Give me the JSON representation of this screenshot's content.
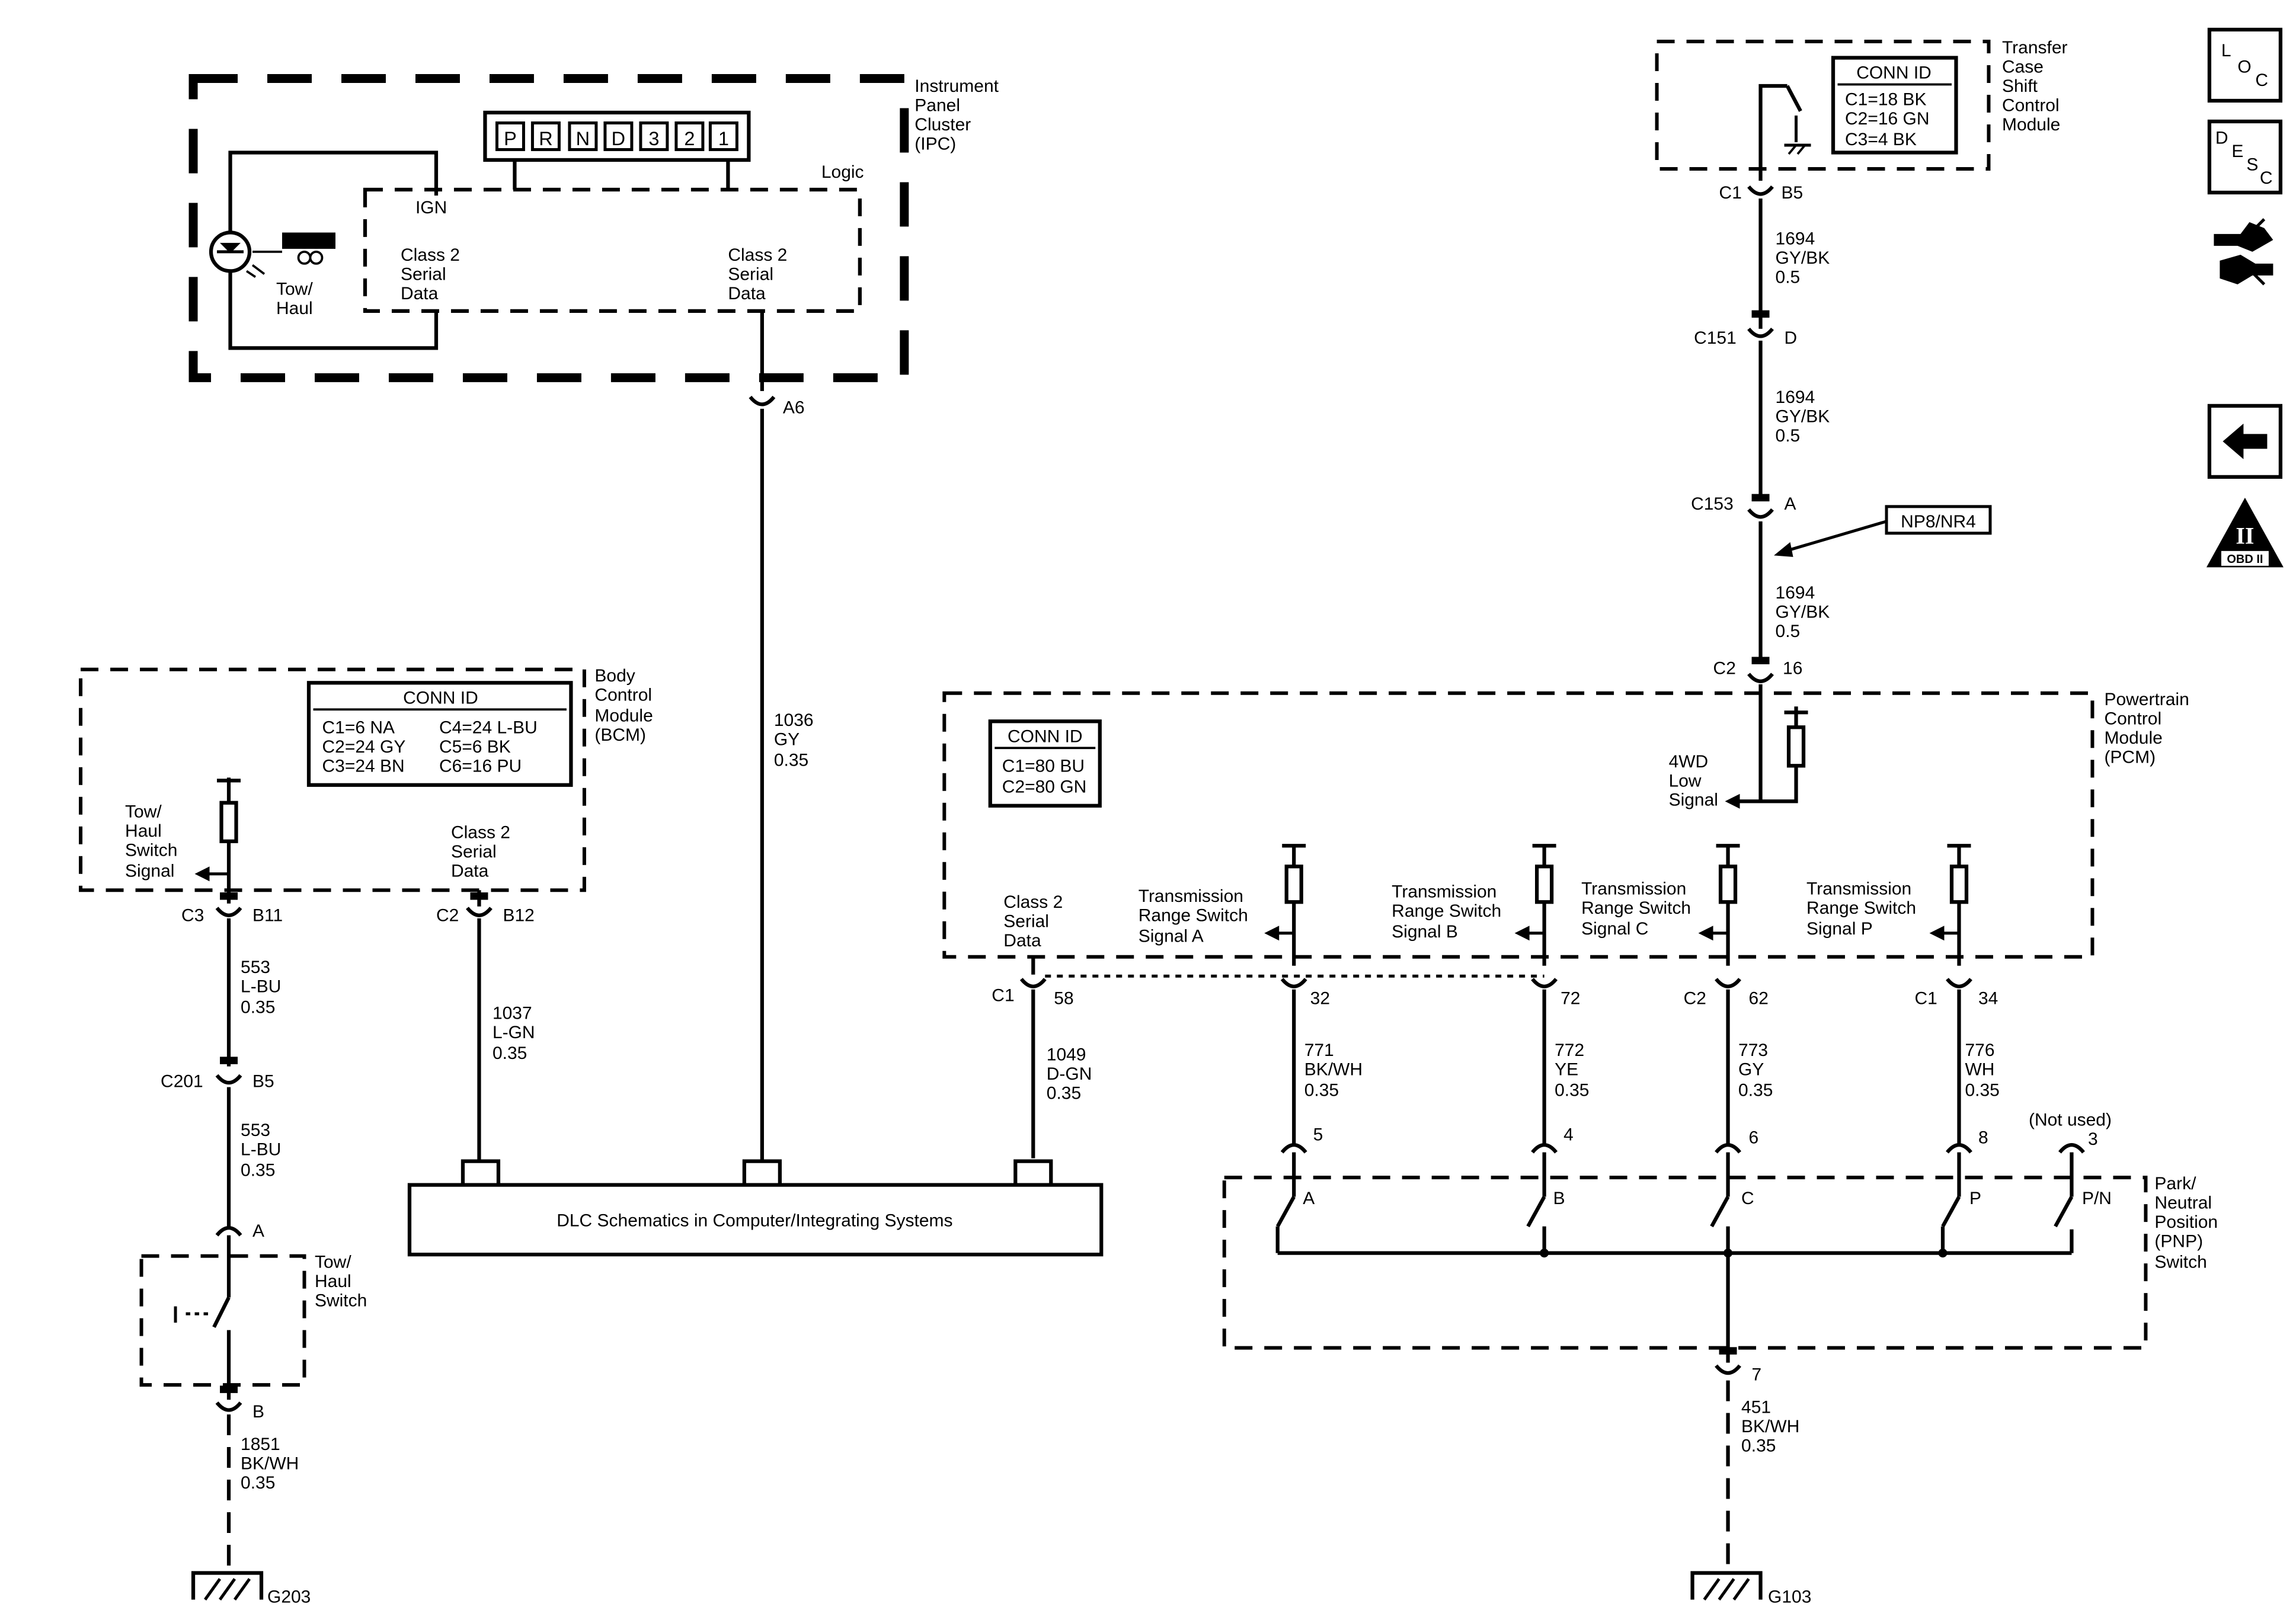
{
  "ipc": {
    "title": [
      "Instrument",
      "Panel",
      "Cluster",
      "(IPC)"
    ],
    "prnd": [
      "P",
      "R",
      "N",
      "D",
      "3",
      "2",
      "1"
    ],
    "logic": "Logic",
    "ign": "IGN",
    "serial_left": [
      "Class 2",
      "Serial",
      "Data"
    ],
    "serial_right": [
      "Class 2",
      "Serial",
      "Data"
    ],
    "tow_haul": [
      "Tow/",
      "Haul"
    ],
    "pin": "A6"
  },
  "tccm": {
    "title": [
      "Transfer",
      "Case",
      "Shift",
      "Control",
      "Module"
    ],
    "conn_id": {
      "title": "CONN ID",
      "rows": [
        "C1=18 BK",
        "C2=16 GN",
        "C3=4 BK"
      ]
    },
    "connector": "C1",
    "pin": "B5"
  },
  "pcm_wire": {
    "seg1": [
      "1694",
      "GY/BK",
      "0.5"
    ],
    "c151": "C151",
    "c151_pin": "D",
    "seg2": [
      "1694",
      "GY/BK",
      "0.5"
    ],
    "c153": "C153",
    "c153_pin": "A",
    "option": "NP8/NR4",
    "seg3": [
      "1694",
      "GY/BK",
      "0.5"
    ],
    "c2": "C2",
    "c2_pin": "16"
  },
  "pcm": {
    "title": [
      "Powertrain",
      "Control",
      "Module",
      "(PCM)"
    ],
    "conn_id": {
      "title": "CONN ID",
      "rows": [
        "C1=80 BU",
        "C2=80 GN"
      ]
    },
    "four_wd": [
      "4WD",
      "Low",
      "Signal"
    ],
    "serial": [
      "Class 2",
      "Serial",
      "Data"
    ],
    "signal_a": [
      "Transmission",
      "Range Switch",
      "Signal A"
    ],
    "signal_b": [
      "Transmission",
      "Range Switch",
      "Signal B"
    ],
    "signal_c": [
      "Transmission",
      "Range Switch",
      "Signal C"
    ],
    "signal_p": [
      "Transmission",
      "Range Switch",
      "Signal P"
    ],
    "c1_left": "C1",
    "pin58": "58",
    "pin32": "32",
    "pin72": "72",
    "c2": "C2",
    "pin62": "62",
    "c1_right": "C1",
    "pin34": "34"
  },
  "pcm_wires": {
    "w1049": [
      "1049",
      "D-GN",
      "0.35"
    ],
    "w771": [
      "771",
      "BK/WH",
      "0.35"
    ],
    "w772": [
      "772",
      "YE",
      "0.35"
    ],
    "w773": [
      "773",
      "GY",
      "0.35"
    ],
    "w776": [
      "776",
      "WH",
      "0.35"
    ]
  },
  "pnp": {
    "title": [
      "Park/",
      "Neutral",
      "Position",
      "(PNP)",
      "Switch"
    ],
    "pins": [
      "5",
      "4",
      "6",
      "8"
    ],
    "not_used": "(Not used)",
    "pin3": "3",
    "contacts": [
      "A",
      "B",
      "C",
      "P",
      "P/N"
    ],
    "ground_pin": "7",
    "ground_wire": [
      "451",
      "BK/WH",
      "0.35"
    ],
    "ground": "G103"
  },
  "bcm": {
    "title": [
      "Body",
      "Control",
      "Module",
      "(BCM)"
    ],
    "conn_id": {
      "title": "CONN ID",
      "col1": [
        "C1=6 NA",
        "C2=24 GY",
        "C3=24 BN"
      ],
      "col2": [
        "C4=24 L-BU",
        "C5=6 BK",
        "C6=16 PU"
      ]
    },
    "tow_signal": [
      "Tow/",
      "Haul",
      "Switch",
      "Signal"
    ],
    "serial": [
      "Class 2",
      "Serial",
      "Data"
    ],
    "c3": "C3",
    "b11": "B11",
    "c2": "C2",
    "b12": "B12"
  },
  "bcm_wires": {
    "w553a": [
      "553",
      "L-BU",
      "0.35"
    ],
    "c201": "C201",
    "c201_pin": "B5",
    "w553b": [
      "553",
      "L-BU",
      "0.35"
    ],
    "w1037": [
      "1037",
      "L-GN",
      "0.35"
    ],
    "w1036": [
      "1036",
      "GY",
      "0.35"
    ]
  },
  "tow_switch": {
    "title": [
      "Tow/",
      "Haul",
      "Switch"
    ],
    "pin_a": "A",
    "pin_b": "B",
    "ground_wire": [
      "1851",
      "BK/WH",
      "0.35"
    ],
    "ground": "G203"
  },
  "dlc": {
    "label": "DLC Schematics in Computer/Integrating Systems"
  },
  "nav": {
    "loc": [
      "L",
      "O",
      "C"
    ],
    "desc": [
      "D",
      "E",
      "S",
      "C"
    ],
    "obd": [
      "II",
      "OBD II"
    ]
  }
}
